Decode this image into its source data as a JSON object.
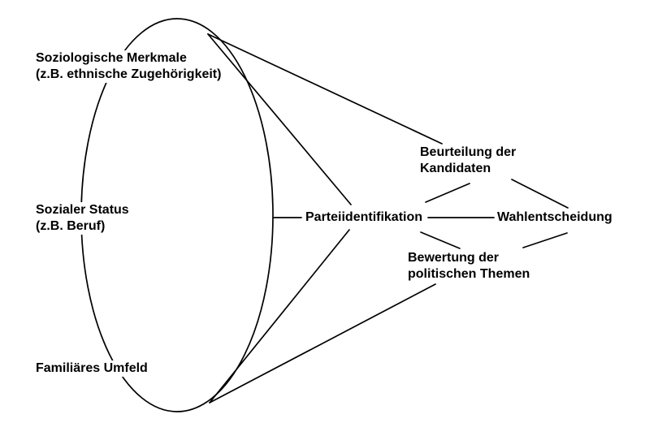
{
  "diagram": {
    "type": "funnel-of-causality-voting-model",
    "background_color": "#ffffff",
    "line_color": "#000000",
    "text_color": "#000000",
    "nodes": {
      "soziologische_merkmale": {
        "line1": "Soziologische Merkmale",
        "line2": "(z.B. ethnische Zugehörigkeit)"
      },
      "sozialer_status": {
        "line1": "Sozialer Status",
        "line2": "(z.B. Beruf)"
      },
      "familiaeres_umfeld": {
        "line1": "Familiäres Umfeld"
      },
      "parteiidentifikation": {
        "line1": "Parteiidentifikation"
      },
      "beurteilung_kandidaten": {
        "line1": "Beurteilung der",
        "line2": "Kandidaten"
      },
      "bewertung_themen": {
        "line1": "Bewertung der",
        "line2": "politischen Themen"
      },
      "wahlentscheidung": {
        "line1": "Wahlentscheidung"
      }
    }
  }
}
